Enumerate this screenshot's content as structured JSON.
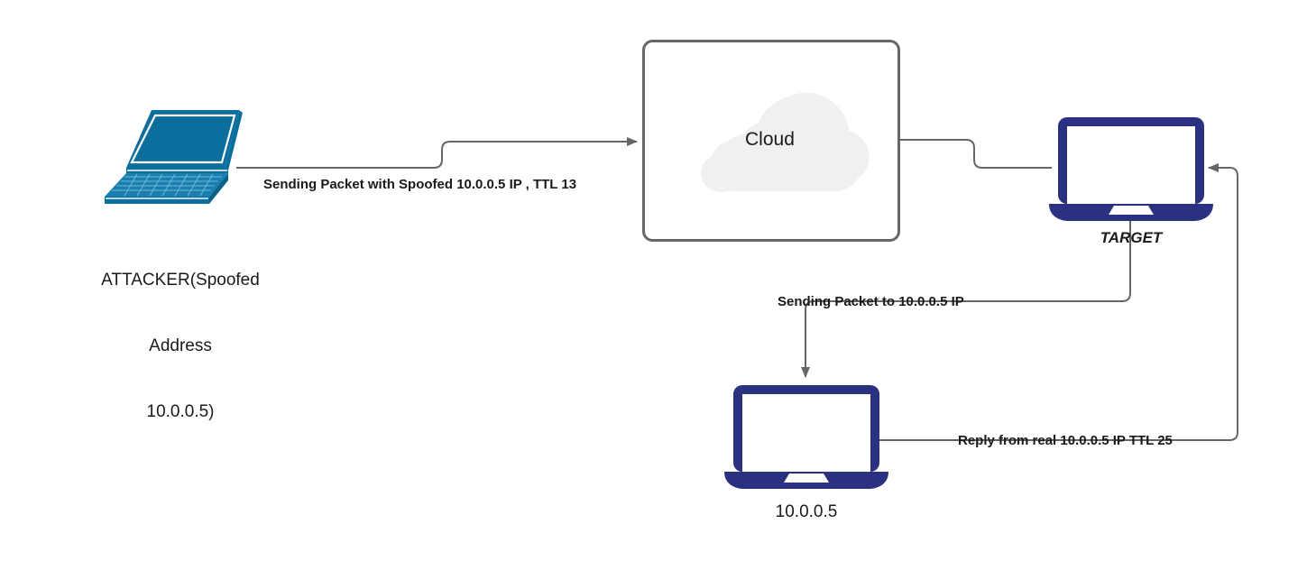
{
  "diagram": {
    "title_text_present": false,
    "background_color": "#ffffff",
    "wire_color": "#666666",
    "nodes": [
      {
        "id": "attacker",
        "icon": "laptop-3d-icon",
        "icon_color": "#0b6e9d",
        "label_lines": [
          "ATTACKER(Spoofed",
          "Address",
          "10.0.0.5)"
        ]
      },
      {
        "id": "cloud",
        "icon": "cloud-icon",
        "icon_color": "#f0f0f0",
        "box_border_color": "#666666",
        "label": "Cloud"
      },
      {
        "id": "target",
        "icon": "laptop-front-icon",
        "icon_color": "#2a3180",
        "label": "TARGET"
      },
      {
        "id": "victim",
        "icon": "laptop-front-icon",
        "icon_color": "#2a3180",
        "label": "10.0.0.5"
      }
    ],
    "edges": [
      {
        "id": "attacker-to-cloud",
        "label": "Sending Packet with Spoofed 10.0.0.5 IP , TTL 13",
        "from": "attacker",
        "to": "cloud",
        "arrow": "to-cloud"
      },
      {
        "id": "cloud-to-target",
        "label": "",
        "from": "cloud",
        "to": "target",
        "arrow": "none"
      },
      {
        "id": "target-to-victim",
        "label": "Sending Packet to 10.0.0.5 IP",
        "from": "target",
        "to": "victim",
        "arrow": "to-victim"
      },
      {
        "id": "victim-to-target",
        "label": "Reply from real 10.0.0.5 IP TTL 25",
        "from": "victim",
        "to": "target",
        "arrow": "to-target"
      }
    ]
  }
}
